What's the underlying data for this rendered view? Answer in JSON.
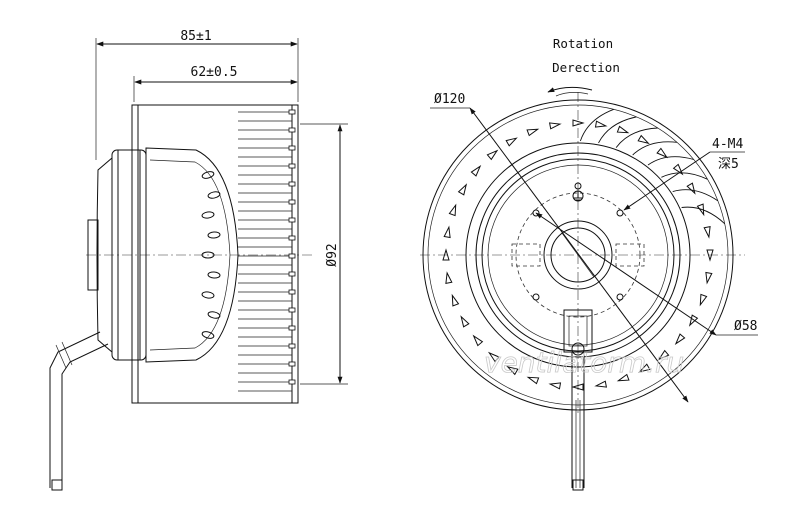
{
  "side_view": {
    "dim_overall_length": "85±1",
    "dim_impeller_length": "62±0.5",
    "dim_impeller_diameter": "Ø92"
  },
  "front_view": {
    "rotation_label_line1": "Rotation",
    "rotation_label_line2": "Derection",
    "dim_outer_diameter": "Ø120",
    "dim_mount_thread": "4-M4",
    "dim_mount_depth": "深5",
    "dim_hub_diameter": "Ø58"
  },
  "watermark": "ventilatorm.ru"
}
